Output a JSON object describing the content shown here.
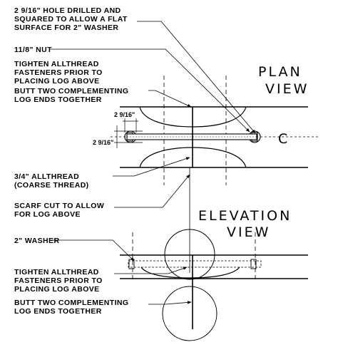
{
  "notes": {
    "hole_1": "2 9/16\" HOLE DRILLED AND",
    "hole_2": "SQUARED TO ALLOW A FLAT",
    "hole_3": "SURFACE FOR 2\" WASHER",
    "nut": "11/8\" NUT",
    "tighten_top_1": "TIGHTEN ALLTHREAD",
    "tighten_top_2": "FASTENERS PRIOR TO",
    "tighten_top_3": "PLACING LOG ABOVE",
    "butt_top_1": "BUTT TWO COMPLEMENTING",
    "butt_top_2": "LOG ENDS TOGETHER",
    "allthread_1": "3/4\"  ALLTHREAD",
    "allthread_2": "(COARSE THREAD)",
    "scarf_1": "SCARF CUT TO ALLOW",
    "scarf_2": "FOR LOG ABOVE",
    "washer": "2\" WASHER",
    "tighten_bot_1": "TIGHTEN ALLTHREAD",
    "tighten_bot_2": "FASTENERS PRIOR TO",
    "tighten_bot_3": "PLACING LOG ABOVE",
    "butt_bot_1": "BUTT TWO COMPLEMENTING",
    "butt_bot_2": "LOG ENDS TOGETHER"
  },
  "dimensions": {
    "vertical": "2 9/16\"",
    "horizontal": "2 9/16\""
  },
  "titles": {
    "plan_1": "PLAN",
    "plan_2": "VIEW",
    "elevation_1": "ELEVATION",
    "elevation_2": "VIEW"
  },
  "section_mark": "C"
}
